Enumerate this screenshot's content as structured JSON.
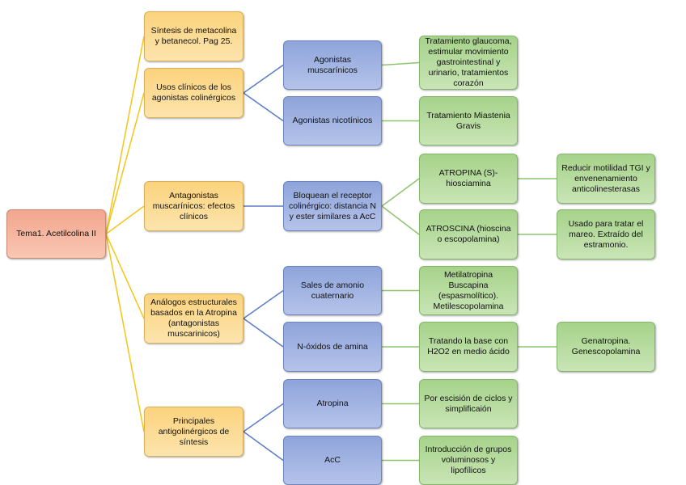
{
  "root": {
    "label": "Tema1. Acetilcolina II"
  },
  "colors": {
    "root": "#f4ae97",
    "level1": "#fcd98a",
    "level2": "#99addf",
    "level3": "#b3d99a",
    "link_root": "#f5c518",
    "link_blue": "#5a7cc8",
    "link_green": "#8cc46e"
  },
  "branches": [
    {
      "label": "Síntesis de metacolina y betanecol. Pag 25.",
      "children": []
    },
    {
      "label": "Usos clínicos de los agonistas colinérgicos",
      "children": [
        {
          "label": "Agonistas muscarínicos",
          "children": [
            {
              "label": "Tratamiento glaucoma, estimular movimiento gastrointestinal y urinario, tratamientos corazón",
              "children": []
            }
          ]
        },
        {
          "label": "Agonistas nicotínicos",
          "children": [
            {
              "label": "Tratamiento Miastenia Gravis",
              "children": []
            }
          ]
        }
      ]
    },
    {
      "label": "Antagonistas muscarínicos: efectos clínicos",
      "children": [
        {
          "label": "Bloquean el receptor colinérgico: distancia N y ester similares a AcC",
          "children": [
            {
              "label": "ATROPINA (S)-hiosciamina",
              "children": [
                {
                  "label": "Reducir motilidad TGI y envenenamiento anticolinesterasas"
                }
              ]
            },
            {
              "label": "ATROSCINA (hioscina o escopolamina)",
              "children": [
                {
                  "label": "Usado para tratar el mareo. Extraído del estramonio."
                }
              ]
            }
          ]
        }
      ]
    },
    {
      "label": "Análogos estructurales basados en la Atropina (antagonistas muscarinicos)",
      "children": [
        {
          "label": "Sales de amonio cuaternario",
          "children": [
            {
              "label": "Metilatropina Buscapina (espasmolítico). Metilescopolamina",
              "children": []
            }
          ]
        },
        {
          "label": "N-óxidos de amina",
          "children": [
            {
              "label": "Tratando la base con H2O2 en medio ácido",
              "children": [
                {
                  "label": "Genatropina. Genescopolamina"
                }
              ]
            }
          ]
        }
      ]
    },
    {
      "label": "Principales antigolinérgicos de síntesis",
      "children": [
        {
          "label": "Atropina",
          "children": [
            {
              "label": "Por escisión de ciclos y simplificaión",
              "children": []
            }
          ]
        },
        {
          "label": "AcC",
          "children": [
            {
              "label": "Introducción de grupos voluminosos y lipofílicos",
              "children": []
            }
          ]
        }
      ]
    }
  ]
}
